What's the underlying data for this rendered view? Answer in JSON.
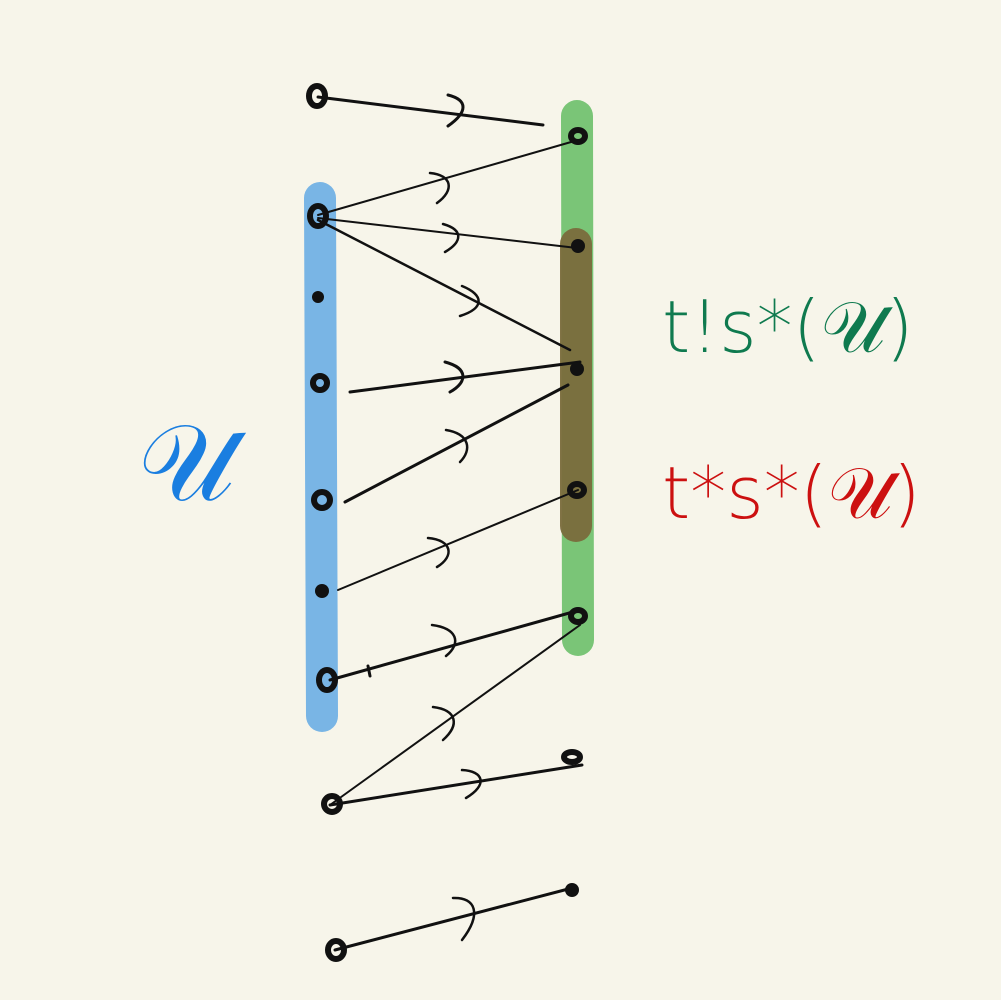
{
  "colors": {
    "background": "#f7f5ea",
    "ink": "#111111",
    "domain_band": "#6aaee4",
    "shriek_band": "#6cc06a",
    "star_band": "#7a6b3c",
    "domain_label": "#1a7ee0",
    "shriek_label": "#0f7a4f",
    "star_label": "#cc1010"
  },
  "labels": {
    "domain": "𝒰",
    "shriek": "t!s*(𝒰)",
    "star": "t*s*(𝒰)"
  }
}
